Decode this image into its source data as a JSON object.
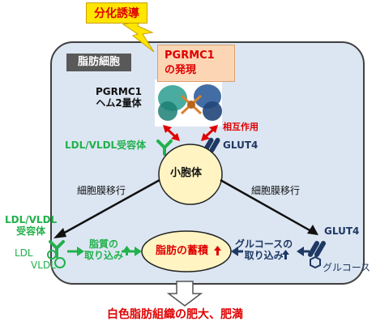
{
  "induction": "分化誘導",
  "cell_label": "脂肪細胞",
  "pgrmc1_expression": {
    "line1": "PGRMC1",
    "line2": "の発現"
  },
  "dimer_label": {
    "line1": "PGRMC1",
    "line2": "ヘム2量体"
  },
  "interaction": "相互作用",
  "ldl_receptor_inner": "LDL/VLDL受容体",
  "glut4_inner": "GLUT4",
  "vesicle": "小胞体",
  "translocation_left": "細胞膜移行",
  "translocation_right": "細胞膜移行",
  "ldl_receptor_outer": {
    "line1": "LDL/VLDL",
    "line2": "受容体"
  },
  "ldl": "LDL",
  "vldl": "VLDL",
  "lipid_uptake": {
    "line1": "脂質の",
    "line2": "取り込み"
  },
  "fat_accumulation": "脂肪の蓄積",
  "glucose_uptake": {
    "line1": "グルコースの",
    "line2": "取り込み"
  },
  "glut4_outer": "GLUT4",
  "glucose": "グルコース",
  "result": "白色脂肪組織の肥大、肥満",
  "colors": {
    "green": "#22b14c",
    "navy": "#1f3864",
    "red": "#e00000",
    "cell_fill": "#dce6f2",
    "accent_box": "#fcd5b5"
  }
}
